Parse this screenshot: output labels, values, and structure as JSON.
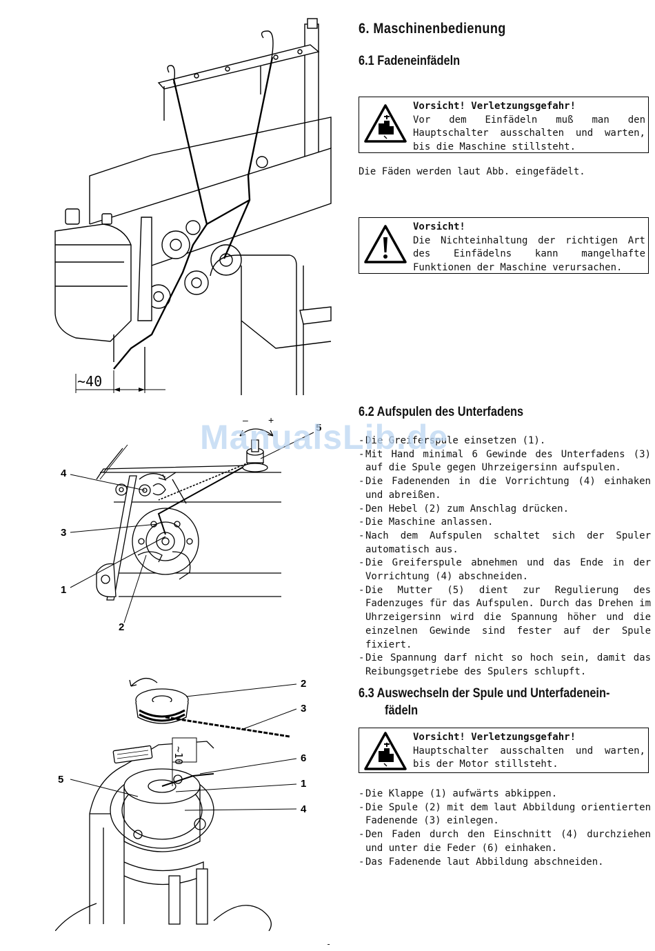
{
  "section": {
    "title": "6.   Maschinenbedienung"
  },
  "s61": {
    "title": "6.1 Fadeneinfädeln",
    "warning1": {
      "title": "Vorsicht!  Verletzungsgefahr!",
      "text": "Vor dem Einfädeln muß man den Hauptschalter ausschalten und warten, bis die Maschine stillsteht."
    },
    "intro": "Die Fäden werden laut Abb. eingefädelt.",
    "warning2": {
      "title": "Vorsicht!",
      "text": "Die Nichteinhaltung der richtigen Art des Einfädelns kann mangelhafte Funktionen der Maschine verursachen."
    }
  },
  "s62": {
    "title": "6.2  Aufspulen des Unterfadens",
    "items": [
      "Die Greiferspule einsetzen (1).",
      "Mit Hand minimal 6 Gewinde des Unterfadens (3) auf die Spule gegen Uhrzeigersinn aufspulen.",
      "Die Fadenenden in die Vorrichtung (4) einhaken und abreißen.",
      "Den Hebel (2) zum Anschlag drücken.",
      "Die Maschine anlassen.",
      "Nach dem Aufspulen schaltet sich der Spuler automatisch aus.",
      "Die Greiferspule abnehmen und das Ende in der Vorrichtung (4) abschneiden.",
      "Die Mutter (5) dient zur Regulierung des Fadenzuges für das Aufspulen. Durch das Drehen im Uhrzeigersinn wird die Spannung höher und die einzelnen Gewinde sind fester auf der Spule fixiert.",
      "Die Spannung darf nicht so hoch sein, damit das Reibungsgetriebe des Spulers schlupft."
    ]
  },
  "s63": {
    "title_line1": "6.3  Auswechseln der Spule und Unterfadenein-",
    "title_line2": "fädeln",
    "warning": {
      "title": "Vorsicht!  Verletzungsgefahr!",
      "text": "Hauptschalter ausschalten und warten, bis der Motor stillsteht."
    },
    "items": [
      "Die Klappe (1) aufwärts abkippen.",
      "Die Spule (2) mit dem laut Abbildung orientierten Fadenende (3) einlegen.",
      "Den Faden durch den Einschnitt (4) durchziehen und unter die Feder (6) einhaken.",
      "Das Fadenende laut Abbildung abschneiden."
    ]
  },
  "figures": {
    "fig1": {
      "dimension": "~40"
    },
    "fig2": {
      "callouts": [
        "4",
        "3",
        "1",
        "2",
        "5"
      ],
      "minus": "–",
      "plus": "+"
    },
    "fig3": {
      "callouts": [
        "2",
        "3",
        "6",
        "5",
        "1",
        "4"
      ],
      "dimension": "~10"
    }
  },
  "watermark": "ManualsLib.de",
  "page_number": "-"
}
